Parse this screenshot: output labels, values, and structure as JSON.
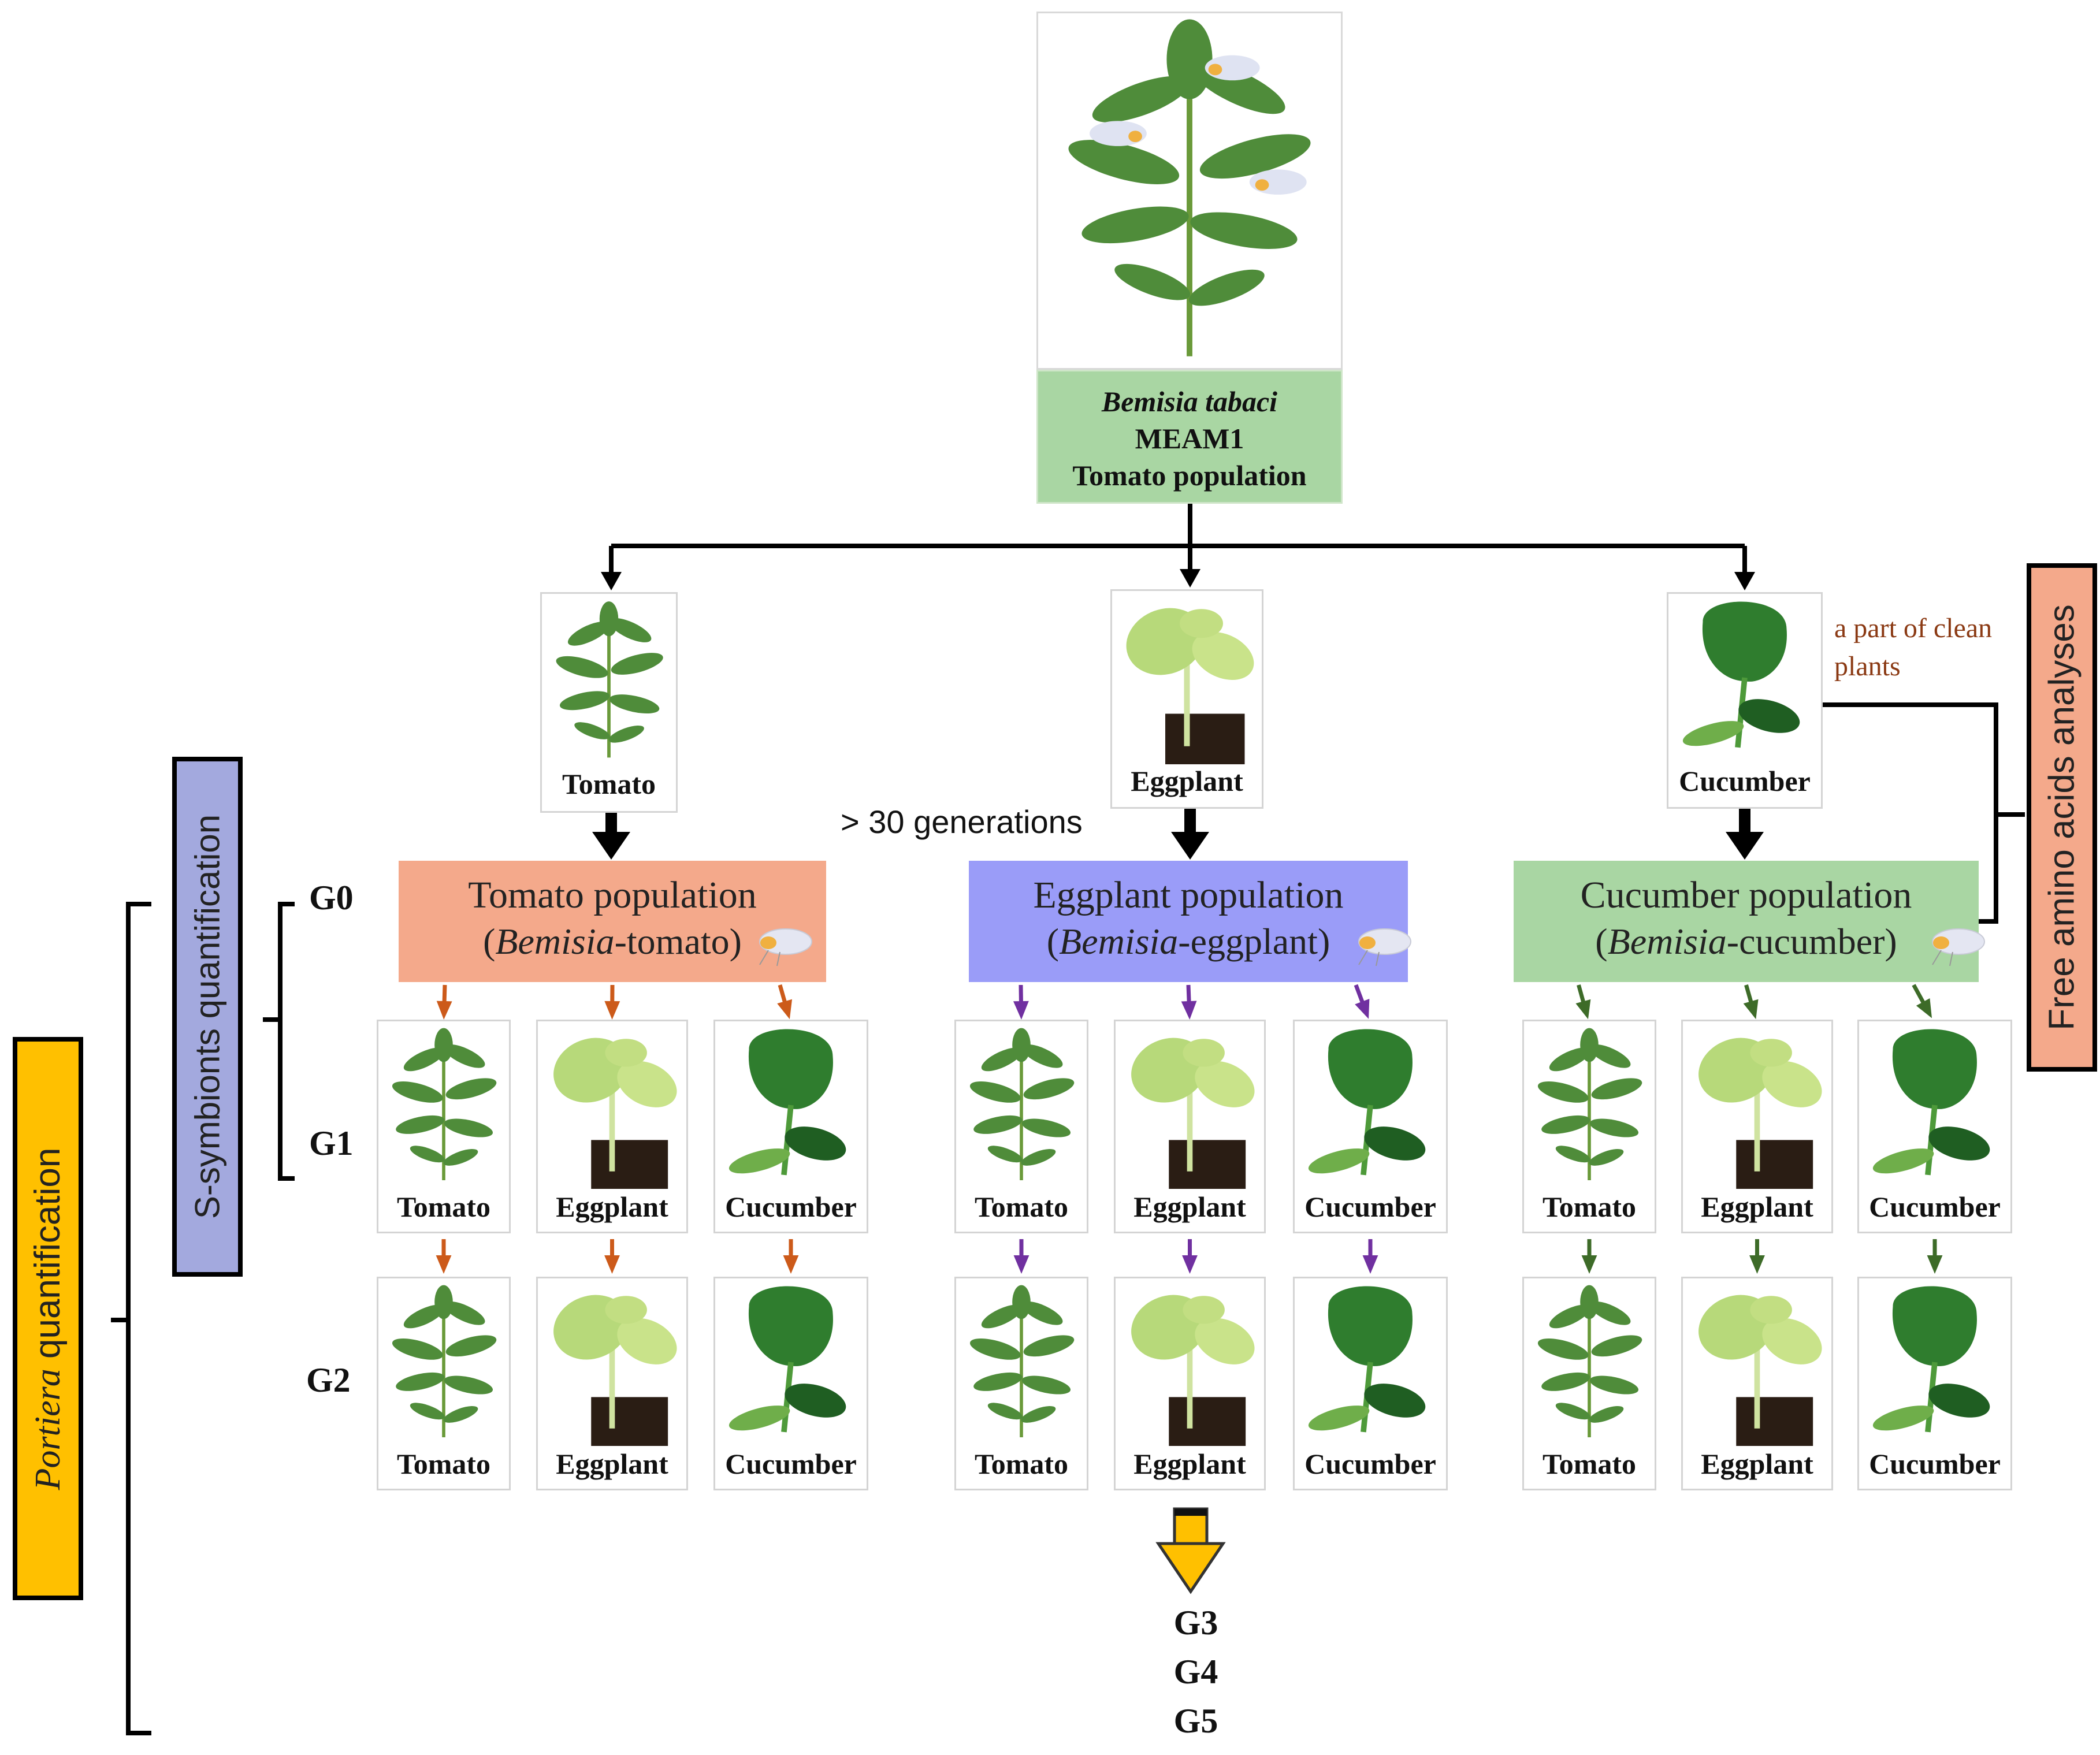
{
  "source": {
    "species": "Bemisia tabaci",
    "biotype": "MEAM1",
    "population": "Tomato population"
  },
  "host_plants": [
    {
      "label": "Tomato"
    },
    {
      "label": "Eggplant"
    },
    {
      "label": "Cucumber"
    }
  ],
  "note_clean_plants": "a part of clean plants",
  "generations_note": "> 30 generations",
  "populations": [
    {
      "title": "Tomato population",
      "sub_species": "Bemisia",
      "sub_host": "-tomato",
      "color": "#f4a98b"
    },
    {
      "title": "Eggplant population",
      "sub_species": "Bemisia",
      "sub_host": "-eggplant",
      "color": "#9a9cf8"
    },
    {
      "title": "Cucumber population",
      "sub_species": "Bemisia",
      "sub_host": "-cucumber",
      "color": "#a9d6a3"
    }
  ],
  "arrow_colors": [
    "#cc5a1a",
    "#7030a0",
    "#3d6b28"
  ],
  "generations": {
    "g0": "G0",
    "g1": "G1",
    "g2": "G2",
    "later": [
      "G3",
      "G4",
      "G5"
    ]
  },
  "bracket_labels": {
    "s_symbionts": "S-symbionts quantification",
    "portiera_italic": "Portiera",
    "portiera_rest": " quantification",
    "amino_acids": "Free amino acids analyses"
  },
  "label_colors": {
    "s_symbionts": "#a3a9de",
    "portiera": "#ffc000",
    "amino_acids": "#f4a98b"
  }
}
